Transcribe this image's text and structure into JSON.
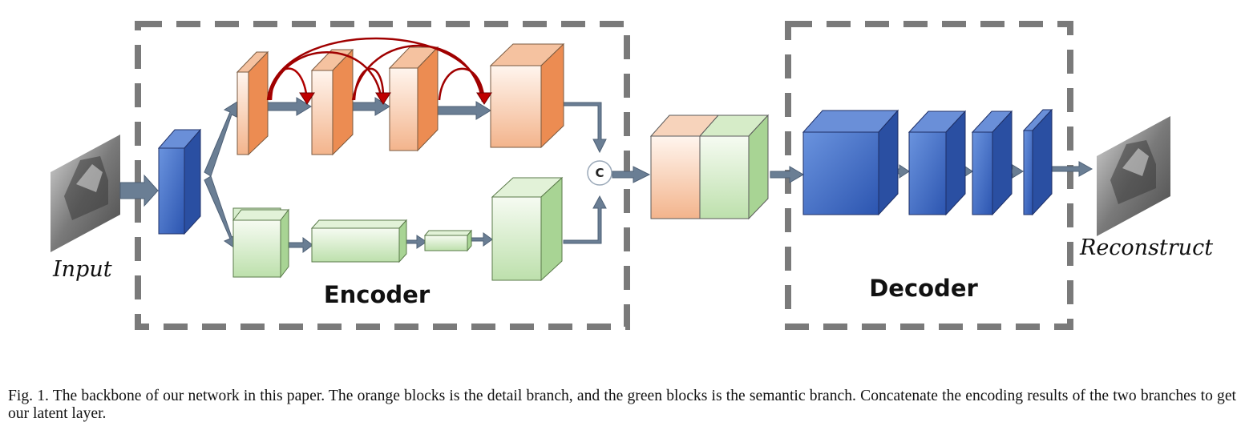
{
  "labels": {
    "input": "Input",
    "reconstruct": "Reconstruct",
    "encoder": "Encoder",
    "decoder": "Decoder",
    "concat": "C"
  },
  "caption": "Fig. 1.  The backbone of our network in this paper. The orange blocks is the detail branch, and the green blocks is the semantic branch. Concatenate the encoding results of the two branches to get our latent layer.",
  "colors": {
    "orange_face": "#f2a67a",
    "orange_side": "#ec8c52",
    "green_face": "#c2e2b4",
    "green_side": "#a8d494",
    "blue_face": "#3f6cc4",
    "blue_side": "#2a4fa2",
    "arrow": "#6a7e94",
    "skip_arrow": "#c00000",
    "dash": "#7a7a7a"
  }
}
